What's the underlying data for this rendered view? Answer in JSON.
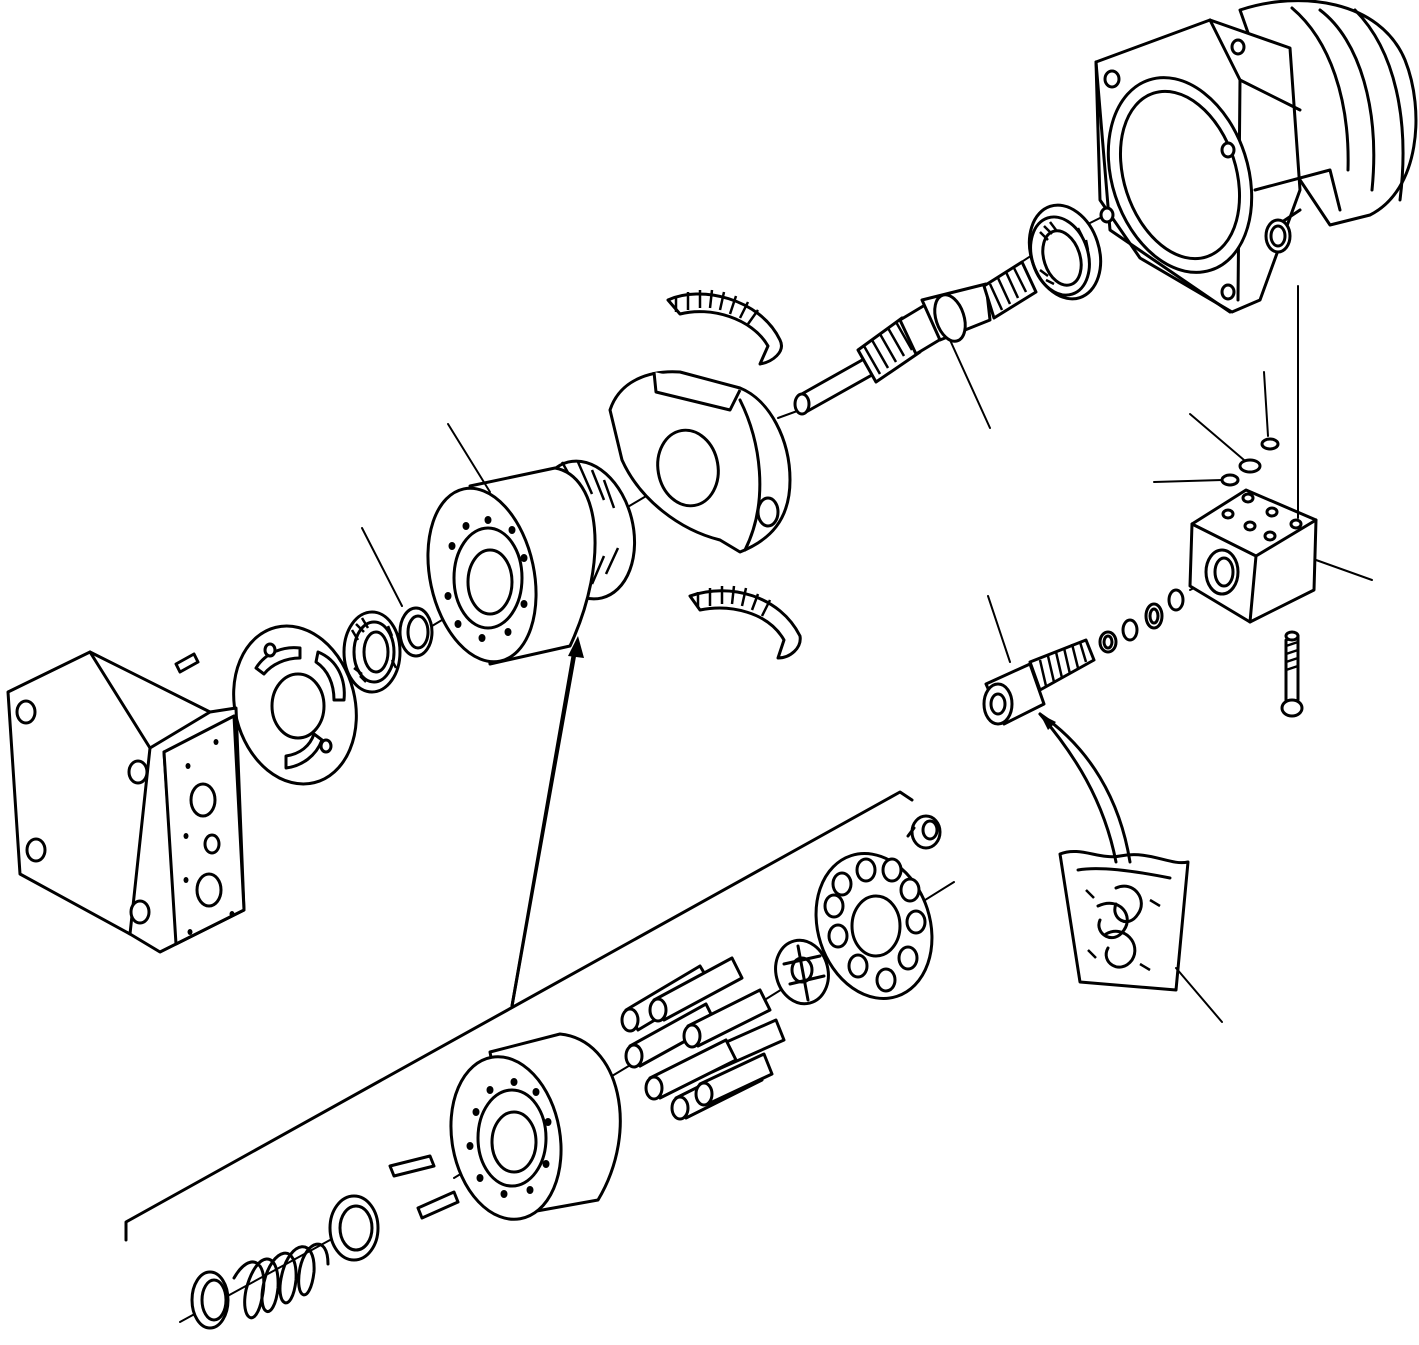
{
  "diagram": {
    "kind": "exploded-parts-view",
    "background": "#ffffff",
    "line_color": "#000000",
    "parts": [
      {
        "id": "motor-housing",
        "icon": "flange-housing-icon"
      },
      {
        "id": "tapered-roller-bearing",
        "icon": "tapered-bearing-icon"
      },
      {
        "id": "splined-drive-shaft",
        "icon": "splined-shaft-icon"
      },
      {
        "id": "needle-bearing-upper",
        "icon": "needle-bearing-icon"
      },
      {
        "id": "needle-bearing-lower",
        "icon": "needle-bearing-icon"
      },
      {
        "id": "swash-plate",
        "icon": "swash-plate-icon"
      },
      {
        "id": "rotating-group",
        "icon": "piston-rotor-icon"
      },
      {
        "id": "snap-ring",
        "icon": "snap-ring-icon"
      },
      {
        "id": "ball-bearing",
        "icon": "ball-bearing-icon"
      },
      {
        "id": "valve-plate",
        "icon": "valve-plate-icon"
      },
      {
        "id": "dowel-pin",
        "icon": "pin-icon"
      },
      {
        "id": "end-cover",
        "icon": "end-cover-icon"
      },
      {
        "id": "valve-block",
        "icon": "valve-block-icon"
      },
      {
        "id": "o-rings",
        "icon": "o-ring-icon"
      },
      {
        "id": "socket-head-bolt",
        "icon": "bolt-icon"
      },
      {
        "id": "relief-valve-cartridge",
        "icon": "cartridge-valve-icon"
      },
      {
        "id": "seal-kit",
        "icon": "seal-kit-bag-icon"
      },
      {
        "id": "rotating-group-detail",
        "icon": "exploded-detail-icon"
      }
    ]
  }
}
